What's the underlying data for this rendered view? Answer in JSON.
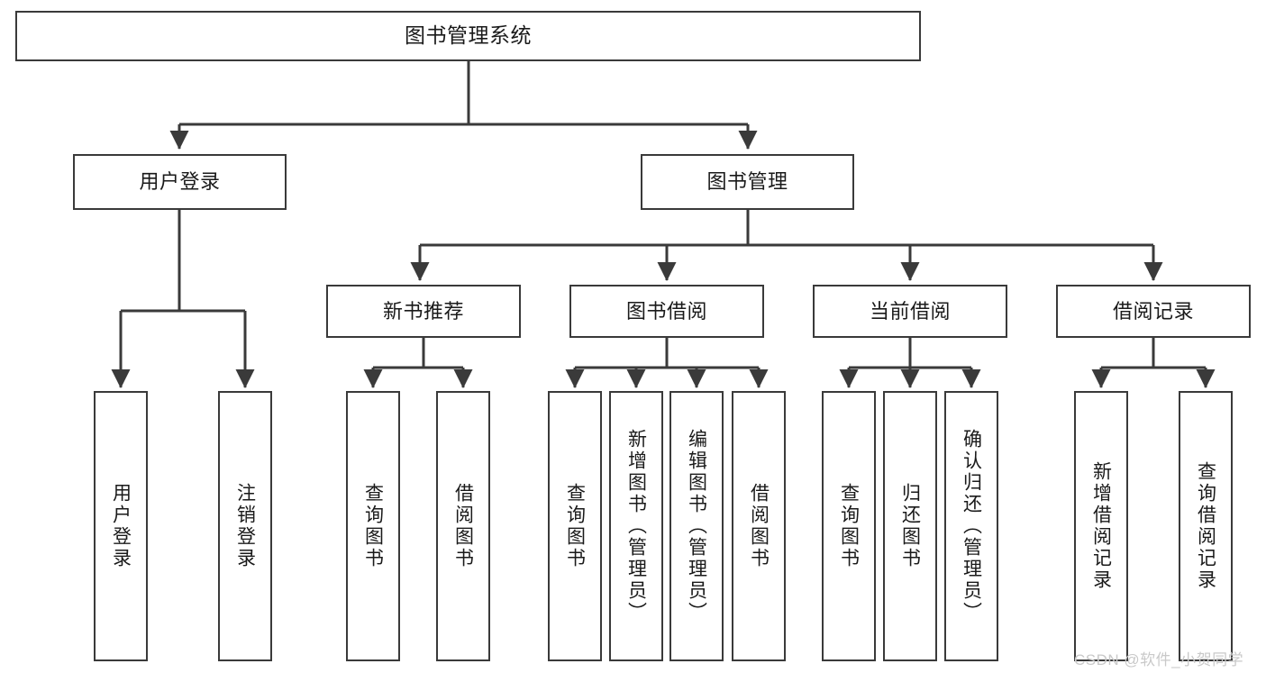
{
  "diagram": {
    "title": "图书管理系统",
    "type": "functional-structure-tree",
    "stroke_color": "#3a3a3a",
    "background_color": "#ffffff",
    "text_color": "#1a1a1a",
    "root": {
      "label": "图书管理系统"
    },
    "level2": [
      {
        "label": "用户登录"
      },
      {
        "label": "图书管理"
      }
    ],
    "level3": [
      {
        "label": "新书推荐"
      },
      {
        "label": "图书借阅"
      },
      {
        "label": "当前借阅"
      },
      {
        "label": "借阅记录"
      }
    ],
    "leaves": [
      {
        "label": "用户登录",
        "parent": "用户登录"
      },
      {
        "label": "注销登录",
        "parent": "用户登录"
      },
      {
        "label": "查询图书",
        "parent": "新书推荐"
      },
      {
        "label": "借阅图书",
        "parent": "新书推荐"
      },
      {
        "label": "查询图书",
        "parent": "图书借阅"
      },
      {
        "label": "新增图书（管理员）",
        "parent": "图书借阅"
      },
      {
        "label": "编辑图书（管理员）",
        "parent": "图书借阅"
      },
      {
        "label": "借阅图书",
        "parent": "图书借阅"
      },
      {
        "label": "查询图书",
        "parent": "当前借阅"
      },
      {
        "label": "归还图书",
        "parent": "当前借阅"
      },
      {
        "label": "确认归还（管理员）",
        "parent": "当前借阅"
      },
      {
        "label": "新增借阅记录",
        "parent": "借阅记录"
      },
      {
        "label": "查询借阅记录",
        "parent": "借阅记录"
      }
    ]
  },
  "watermark": {
    "text": "CSDN @软件_小贺同学",
    "color": "#c9c9c9"
  }
}
